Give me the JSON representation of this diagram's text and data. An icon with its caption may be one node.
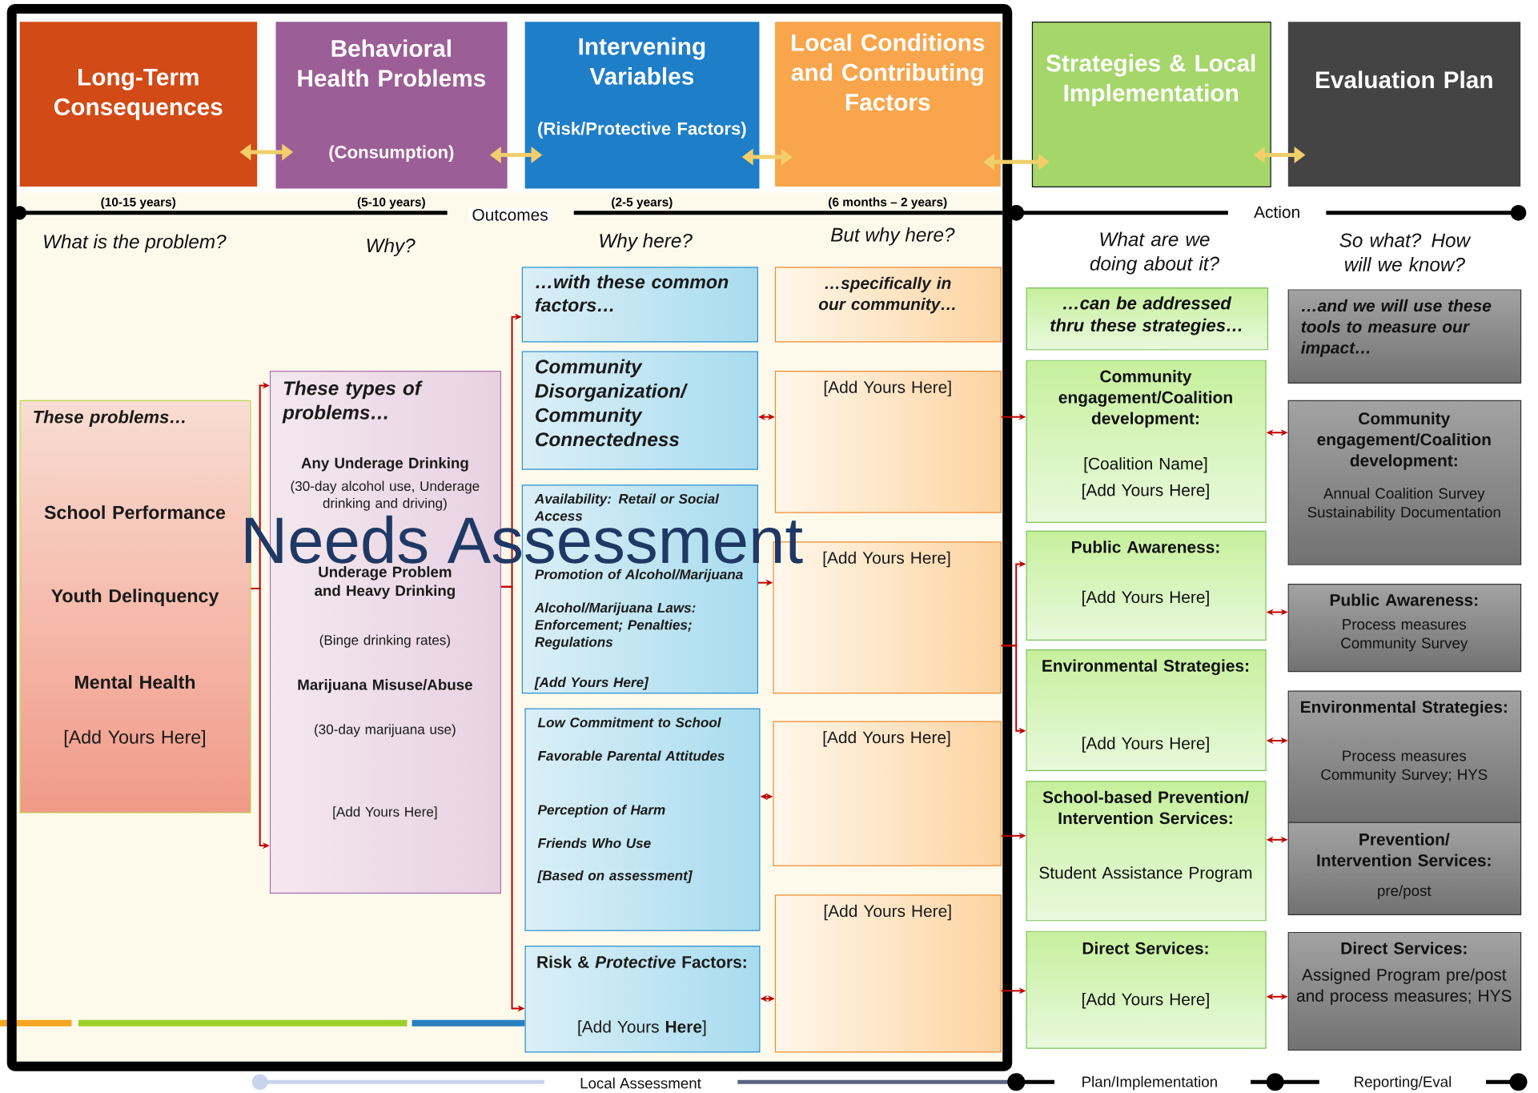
{
  "diagram": {
    "nodes": [
      {
        "text": [
          "Long-Term Consequences"
        ],
        "beside": [
          "(10-15 years)"
        ]
      },
      {
        "text": [
          "Behavioral Health Problems",
          "(Consumption)"
        ],
        "beside": [
          "(5-10 years)"
        ]
      },
      {
        "text": [
          "Intervening Variables",
          "(Risk/Protective Factors)"
        ],
        "beside": [
          "(2-5 years)"
        ]
      },
      {
        "text": [
          "Local Conditions and Contributing Factors"
        ],
        "beside": [
          "(6 months – 2 years)"
        ]
      },
      {
        "text": [
          "Strategies & Local Implementation"
        ]
      },
      {
        "text": [
          "Evaluation Plan"
        ]
      },
      {
        "text": [
          "These problems…",
          "School Performance",
          "Youth Delinquency",
          "Mental Health",
          "[Add Yours Here]"
        ]
      },
      {
        "text": [
          "These types of problems…",
          "Any Underage Drinking",
          "(30-day alcohol use, Underage drinking and driving)",
          "Underage Problem and Heavy Drinking",
          "(Binge drinking rates)",
          "Marijuana Misuse/Abuse",
          "(30-day marijuana use)",
          "[Add Yours Here]"
        ]
      },
      {
        "text": [
          "…with these common factors…"
        ]
      },
      {
        "text": [
          "Community Disorganization/ Community Connectedness"
        ]
      },
      {
        "text": [
          "Availability: Retail or Social Access",
          "Promotion of Alcohol/Marijuana",
          "Alcohol/Marijuana Laws: Enforcement; Penalties; Regulations",
          "[Add Yours Here]"
        ]
      },
      {
        "text": [
          "Low Commitment to School",
          "Favorable Parental Attitudes",
          "Perception of Harm",
          "Friends Who Use",
          "[Based on assessment]"
        ]
      },
      {
        "text": [
          "Risk & *Protective* Factors:",
          "[Add Yours **Here**]"
        ]
      },
      {
        "text": [
          "…specifically in our community…"
        ]
      },
      {
        "text": [
          "[Add Yours Here]"
        ]
      },
      {
        "text": [
          "[Add Yours Here]"
        ]
      },
      {
        "text": [
          "[Add Yours Here]"
        ]
      },
      {
        "text": [
          "[Add Yours Here]"
        ]
      },
      {
        "text": [
          "…can be addressed thru these strategies…"
        ]
      },
      {
        "text": [
          "Community engagement/Coalition development:",
          "[Coalition Name]",
          "[Add Yours Here]"
        ]
      },
      {
        "text": [
          "Public Awareness:",
          "[Add Yours Here]"
        ]
      },
      {
        "text": [
          "Environmental Strategies:",
          "[Add Yours Here]"
        ]
      },
      {
        "text": [
          "School-based Prevention/ Intervention Services:",
          "Student Assistance Program"
        ]
      },
      {
        "text": [
          "Direct Services:",
          "[Add Yours Here]"
        ]
      },
      {
        "text": [
          "…and we will use these tools to measure our impact…"
        ]
      },
      {
        "text": [
          "Community engagement/Coalition development:",
          "Annual Coalition Survey Sustainability Documentation"
        ]
      },
      {
        "text": [
          "Public Awareness:",
          "Process measures Community Survey"
        ]
      },
      {
        "text": [
          "Environmental Strategies:",
          "Process measures Community Survey; HYS"
        ]
      },
      {
        "text": [
          "Prevention/ Intervention Services:",
          "pre/post"
        ]
      },
      {
        "text": [
          "Direct Services:",
          "Assigned Program pre/post and process measures; HYS"
        ]
      }
    ],
    "edges": [
      {
        "from": 0,
        "to": 1,
        "arrow": "both",
        "style": "thick",
        "color": "#f2cf6a"
      },
      {
        "from": 1,
        "to": 2,
        "arrow": "both",
        "style": "thick",
        "color": "#f2cf6a"
      },
      {
        "from": 2,
        "to": 3,
        "arrow": "both",
        "style": "thick",
        "color": "#f2cf6a"
      },
      {
        "from": 3,
        "to": 4,
        "arrow": "both",
        "style": "thick",
        "color": "#f2cf6a"
      },
      {
        "from": 4,
        "to": 5,
        "arrow": "both",
        "style": "thick",
        "color": "#f2cf6a"
      },
      {
        "from": 6,
        "to": 7,
        "arrow": "to"
      },
      {
        "from": 6,
        "to": 7,
        "arrow": "to"
      },
      {
        "from": 7,
        "to": 8,
        "arrow": "to"
      },
      {
        "from": 7,
        "to": 12,
        "arrow": "to"
      },
      {
        "from": 9,
        "to": 14,
        "arrow": "both"
      },
      {
        "from": 10,
        "to": 15,
        "arrow": "to"
      },
      {
        "from": 11,
        "to": 16,
        "arrow": "both"
      },
      {
        "from": 12,
        "to": 17,
        "arrow": "both"
      },
      {
        "from": 14,
        "to": 19,
        "arrow": "to"
      },
      {
        "from": 15,
        "to": 20,
        "arrow": "to"
      },
      {
        "from": 15,
        "to": 21,
        "arrow": "to"
      },
      {
        "from": 16,
        "to": 22,
        "arrow": "to"
      },
      {
        "from": 17,
        "to": 23,
        "arrow": "to"
      },
      {
        "from": 19,
        "to": 25,
        "arrow": "both"
      },
      {
        "from": 20,
        "to": 26,
        "arrow": "both"
      },
      {
        "from": 21,
        "to": 27,
        "arrow": "both"
      },
      {
        "from": 22,
        "to": 28,
        "arrow": "both"
      },
      {
        "from": 23,
        "to": 29,
        "arrow": "both"
      }
    ],
    "labels": [
      "Outcomes",
      "Action",
      "What is the problem?",
      "Why?",
      "Why here?",
      "But why here?",
      "What are we doing about it?",
      "So what? How will we know?",
      "Needs Assessment",
      "Local Assessment",
      "Plan/Implementation",
      "Reporting/Eval"
    ]
  }
}
